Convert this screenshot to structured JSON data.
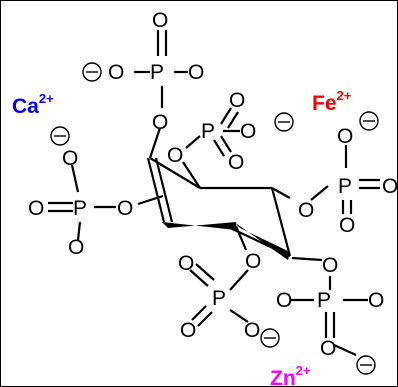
{
  "atoms": {
    "oxygen": "O",
    "phosphorus": "P"
  },
  "ions": {
    "calcium": {
      "symbol": "Ca",
      "charge": "2+",
      "color": "#0000ff"
    },
    "iron": {
      "symbol": "Fe",
      "charge": "2+",
      "color": "#ff0000"
    },
    "zinc": {
      "symbol": "Zn",
      "charge": "2+",
      "color": "#ff00ff"
    }
  },
  "charge_symbol": "minus-in-circle"
}
